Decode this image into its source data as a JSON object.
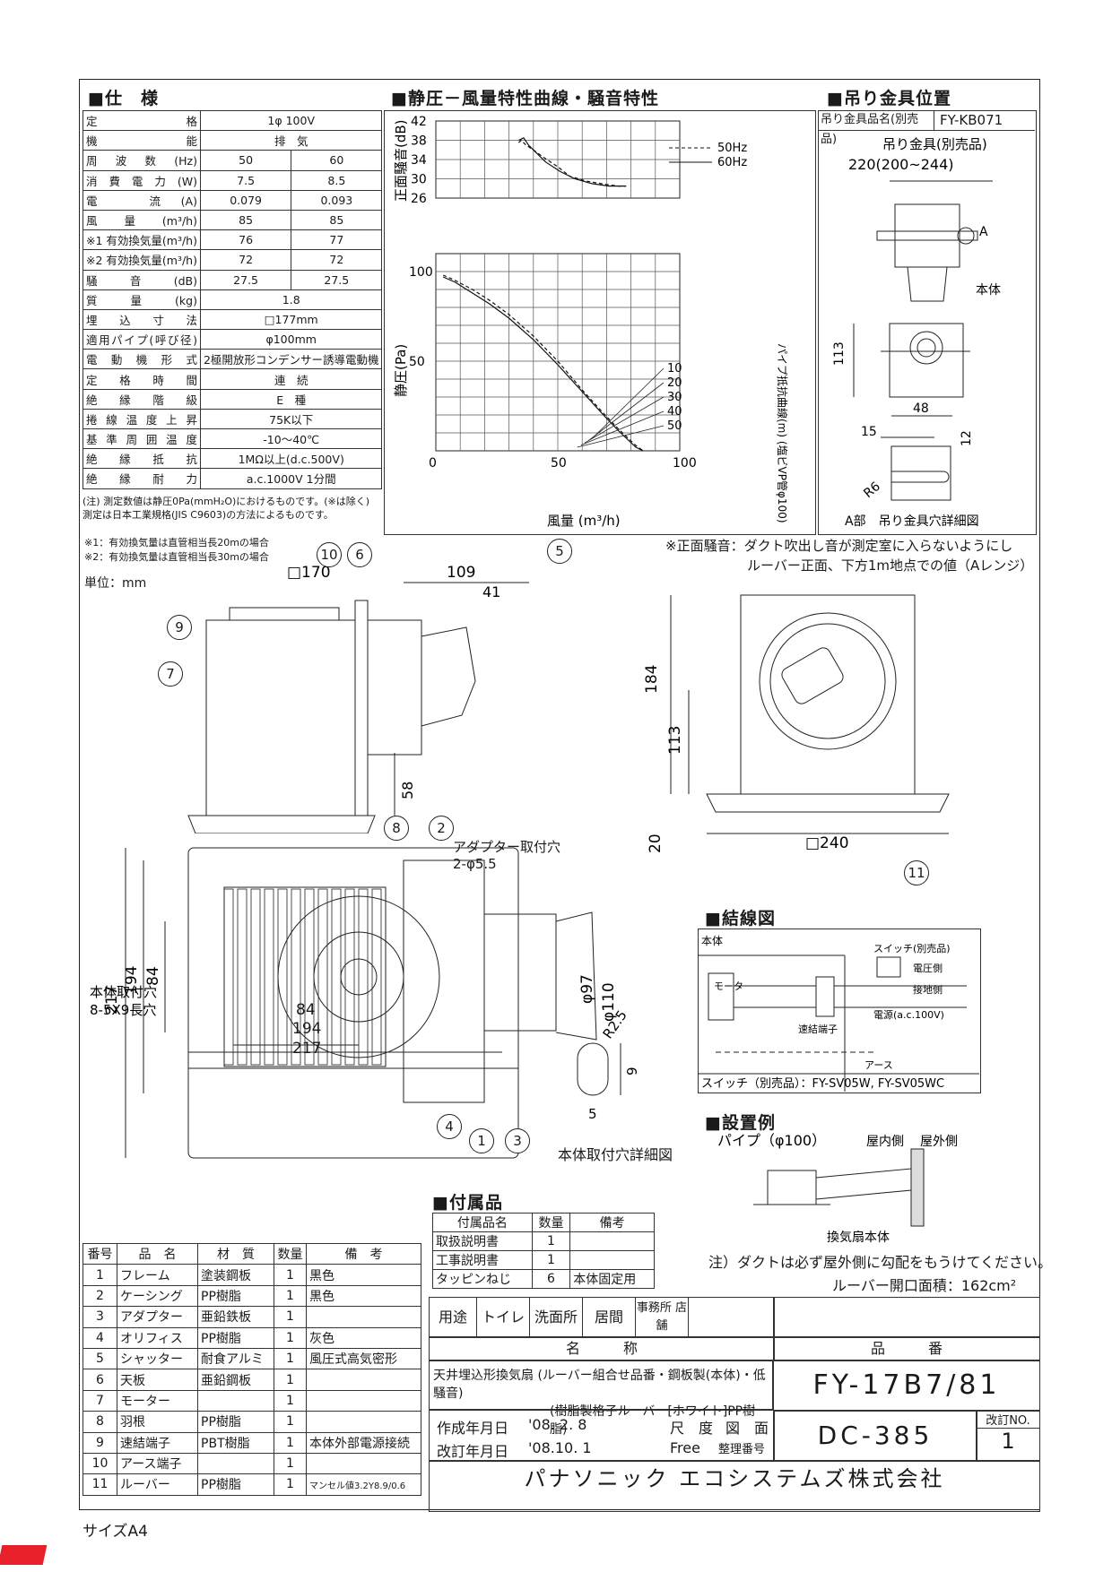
{
  "headers": {
    "spec": "■仕　様",
    "chart": "■静圧－風量特性曲線・騒音特性",
    "hanger": "■吊り金具位置",
    "wiring": "■結線図",
    "install": "■設置例",
    "accessories": "■付属品"
  },
  "spec_rows": [
    {
      "label": "定　格",
      "v1": "1φ 100V",
      "v2": ""
    },
    {
      "label": "機　能",
      "v1": "排　気",
      "v2": ""
    },
    {
      "label": "周波数(Hz)",
      "v1": "50",
      "v2": "60"
    },
    {
      "label": "消費電力(W)",
      "v1": "7.5",
      "v2": "8.5"
    },
    {
      "label": "電　流(A)",
      "v1": "0.079",
      "v2": "0.093"
    },
    {
      "label": "風量(m³/h)",
      "v1": "85",
      "v2": "85"
    },
    {
      "label": "※1 有効換気量(m³/h)",
      "v1": "76",
      "v2": "77"
    },
    {
      "label": "※2 有効換気量(m³/h)",
      "v1": "72",
      "v2": "72"
    },
    {
      "label": "騒音(dB)",
      "v1": "27.5",
      "v2": "27.5"
    },
    {
      "label": "質量(kg)",
      "v1": "1.8",
      "v2": ""
    },
    {
      "label": "埋込寸法",
      "v1": "□177mm",
      "v2": ""
    },
    {
      "label": "適用パイプ(呼び径)",
      "v1": "φ100mm",
      "v2": ""
    },
    {
      "label": "電動機形式",
      "v1": "2極開放形コンデンサー誘導電動機",
      "v2": ""
    },
    {
      "label": "定格時間",
      "v1": "連　続",
      "v2": ""
    },
    {
      "label": "絶縁階級",
      "v1": "E　種",
      "v2": ""
    },
    {
      "label": "捲線温度上昇",
      "v1": "75K以下",
      "v2": ""
    },
    {
      "label": "基準周囲温度",
      "v1": "-10～40℃",
      "v2": ""
    },
    {
      "label": "絶縁抵抗",
      "v1": "1MΩ以上(d.c.500V)",
      "v2": ""
    },
    {
      "label": "絶縁耐力",
      "v1": "a.c.1000V 1分間",
      "v2": ""
    }
  ],
  "spec_note": "(注) 測定数値は静圧0Pa(mmH₂O)におけるものです。(※は除く) 測定は日本工業規格(JIS C9603)の方法によるものです。",
  "footnotes": [
    "※1：有効換気量は直管相当長20mの場合",
    "※2：有効換気量は直管相当長30mの場合",
    "単位：mm"
  ],
  "chart_data": {
    "type": "line",
    "noise_panel": {
      "ylabel": "正面騒音(dB)",
      "yticks": [
        "42",
        "38",
        "34",
        "30",
        "26"
      ],
      "ylim": [
        26,
        42
      ],
      "series": [
        {
          "name": "50Hz",
          "x": [
            34,
            35,
            37,
            40,
            44,
            50,
            55,
            62,
            70,
            75,
            78
          ],
          "y": [
            37.5,
            38,
            37,
            36,
            34.5,
            32.5,
            30.5,
            29.5,
            28.8,
            28.5,
            28.5
          ]
        },
        {
          "name": "60Hz",
          "x": [
            34,
            36,
            38,
            41,
            45,
            51,
            57,
            64,
            71,
            78
          ],
          "y": [
            38,
            38.5,
            37,
            35.5,
            33.5,
            31.5,
            30,
            29,
            28.5,
            28.5
          ]
        }
      ]
    },
    "pressure_panel": {
      "ylabel": "静圧(Pa)",
      "xlabel": "風量 (m³/h)",
      "xticks": [
        "0",
        "50",
        "100"
      ],
      "yticks": [
        "100",
        "50"
      ],
      "xlim": [
        0,
        100
      ],
      "ylim": [
        0,
        110
      ],
      "series": [
        {
          "name": "50Hz",
          "x": [
            3,
            8,
            15,
            22,
            30,
            40,
            50,
            60,
            68,
            75,
            82,
            85
          ],
          "y": [
            98,
            95,
            90,
            84,
            76,
            64,
            50,
            34,
            22,
            12,
            3,
            0
          ]
        },
        {
          "name": "60Hz",
          "x": [
            3,
            8,
            15,
            22,
            30,
            40,
            50,
            60,
            68,
            75,
            82,
            85
          ],
          "y": [
            97,
            94,
            88,
            82,
            74,
            62,
            48,
            33,
            21,
            11,
            2,
            0
          ]
        }
      ],
      "resistance_label": "パイプ抵抗曲線(m) (塩ビVP管φ100)",
      "resistance_lines": [
        "50",
        "40",
        "30",
        "20",
        "10"
      ]
    }
  },
  "hanger": {
    "model_label": "吊り金具品名(別売品)",
    "model": "FY-KB071",
    "part_label": "吊り金具(別売品)",
    "dim_span": "220(200~244)",
    "a_label": "A",
    "body_label": "本体",
    "dim_113": "113",
    "dim_48": "48",
    "dim_15": "15",
    "dim_12": "12",
    "r6": "R6",
    "detail_caption": "A部　吊り金具穴詳細図"
  },
  "noise_note": [
    "※正面騒音：ダクト吹出し音が測定室に入らないようにし",
    "ルーバー正面、下方1m地点での値（Aレンジ）"
  ],
  "side_view": {
    "d170": "□170",
    "d109": "109",
    "d41": "41",
    "d58": "58"
  },
  "front_view": {
    "d184": "184",
    "d113": "113",
    "d20": "20",
    "d240": "□240"
  },
  "bottom_view": {
    "adapter_hole": "アダプター取付穴",
    "adapter_hole_spec": "2-φ5.5",
    "d217": "217",
    "d194": "194",
    "d84": "84",
    "d97": "φ97",
    "d110": "φ110",
    "hole_label": "本体取付穴",
    "hole_spec": "8-5X9長穴",
    "r25": "R2.5",
    "d9": "9",
    "d5": "5",
    "hole_detail": "本体取付穴詳細図"
  },
  "wiring": {
    "body": "本体",
    "motor": "モーター",
    "switch": "スイッチ(別売品)",
    "voltage_side": "電圧側",
    "ground_side": "接地側",
    "terminal": "速結端子",
    "power": "電源(a.c.100V)",
    "earth": "アース",
    "switch_model": "スイッチ（別売品）：FY-SV05W, FY-SV05WC"
  },
  "install": {
    "pipe": "パイプ（φ100）",
    "indoor": "屋内側",
    "outdoor": "屋外側",
    "body": "換気扇本体",
    "note": "注）ダクトは必ず屋外側に勾配をもうけてください。",
    "louver": "ルーバー開口面積：162cm²"
  },
  "accessories": {
    "headers": [
      "付属品名",
      "数量",
      "備考"
    ],
    "rows": [
      [
        "取扱説明書",
        "1",
        ""
      ],
      [
        "工事説明書",
        "1",
        ""
      ],
      [
        "タッピンねじ",
        "6",
        "本体固定用"
      ]
    ]
  },
  "parts": {
    "headers": [
      "番号",
      "品　名",
      "材　質",
      "数量",
      "備　考"
    ],
    "rows": [
      [
        "1",
        "フレーム",
        "塗装鋼板",
        "1",
        "黒色"
      ],
      [
        "2",
        "ケーシング",
        "PP樹脂",
        "1",
        "黒色"
      ],
      [
        "3",
        "アダプター",
        "亜鉛鉄板",
        "1",
        ""
      ],
      [
        "4",
        "オリフィス",
        "PP樹脂",
        "1",
        "灰色"
      ],
      [
        "5",
        "シャッター",
        "耐食アルミ",
        "1",
        "風圧式高気密形"
      ],
      [
        "6",
        "天板",
        "亜鉛鋼板",
        "1",
        ""
      ],
      [
        "7",
        "モーター",
        "",
        "1",
        ""
      ],
      [
        "8",
        "羽根",
        "PP樹脂",
        "1",
        ""
      ],
      [
        "9",
        "速結端子",
        "PBT樹脂",
        "1",
        "本体外部電源接続"
      ],
      [
        "10",
        "アース端子",
        "",
        "1",
        ""
      ],
      [
        "11",
        "ルーバー",
        "PP樹脂",
        "1",
        "マンセル値3.2Y8.9/0.6"
      ]
    ]
  },
  "usage": {
    "label": "用途",
    "items": [
      "トイレ",
      "洗面所",
      "居間",
      "事務所 店舗"
    ]
  },
  "title_block": {
    "name_label": "名　　　称",
    "number_label": "品　　　番",
    "product_name_1": "天井埋込形換気扇 (ルーバー組合せ品番・鋼板製(本体)・低騒音)",
    "product_name_2": "(樹脂製格子ルーバー[ホワイト]PP樹脂)",
    "model_number": "FY-17B7/81",
    "created_label": "作成年月日",
    "created": "'08. 2. 8",
    "revised_label": "改訂年月日",
    "revised": "'08.10. 1",
    "scale_label": "尺　度",
    "scale": "Free",
    "drawing_label": "図　面",
    "serial_label": "整理番号",
    "drawing_no": "DC-385",
    "rev_label": "改訂NO.",
    "rev_no": "1",
    "company": "パナソニック エコシステムズ株式会社"
  },
  "size": "サイズA4"
}
